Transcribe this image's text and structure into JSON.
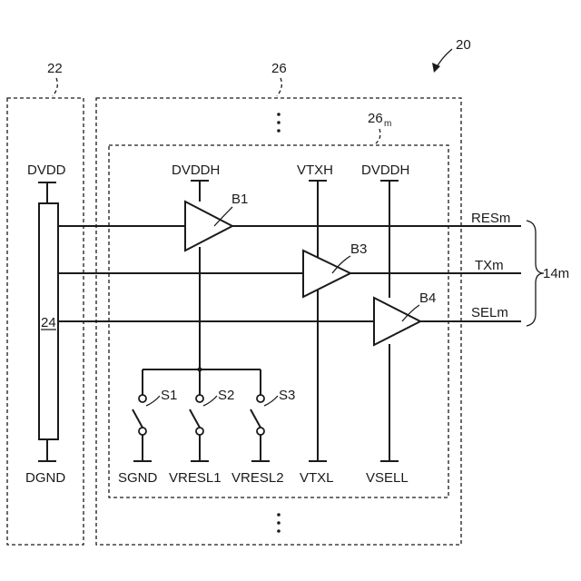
{
  "refs": {
    "ref_20": "20",
    "ref_22": "22",
    "ref_26": "26",
    "ref_26m": "26",
    "ref_26m_sub": "m",
    "ref_24": "24",
    "ref_14m": "14m"
  },
  "supplies": {
    "dvdd": "DVDD",
    "dgnd": "DGND",
    "dvddh_1": "DVDDH",
    "vtxh": "VTXH",
    "dvddh_2": "DVDDH",
    "sgnd": "SGND",
    "vresl1": "VRESL1",
    "vresl2": "VRESL2",
    "vtxl": "VTXL",
    "vsell": "VSELL"
  },
  "buffers": {
    "b1": "B1",
    "b3": "B3",
    "b4": "B4"
  },
  "switches": {
    "s1": "S1",
    "s2": "S2",
    "s3": "S3"
  },
  "signals": {
    "resm": "RESm",
    "txm": "TXm",
    "selm": "SELm"
  }
}
